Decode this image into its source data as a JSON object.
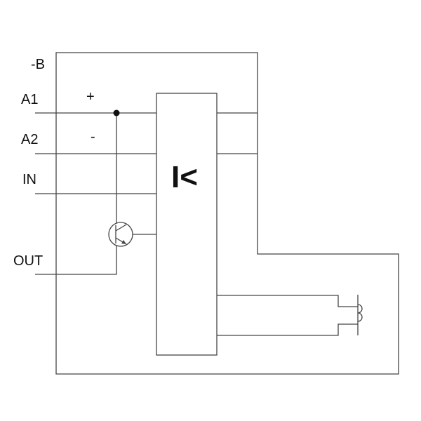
{
  "diagram": {
    "device_label": "-B",
    "terminals": {
      "a1": "A1",
      "a2": "A2",
      "in": "IN",
      "out": "OUT"
    },
    "polarity": {
      "plus": "+",
      "minus": "-"
    },
    "module_symbol": "I<"
  }
}
